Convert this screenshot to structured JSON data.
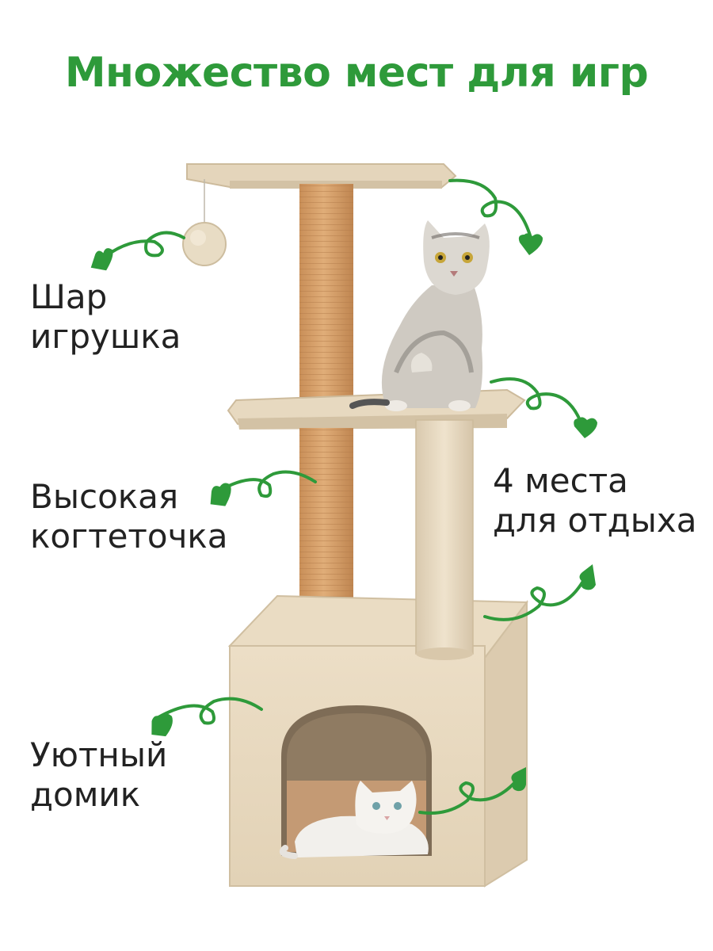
{
  "title": "Множество мест для игр",
  "labels": {
    "ball": {
      "line1": "Шар",
      "line2": "игрушка"
    },
    "scratcher": {
      "line1": "Высокая",
      "line2": "когтеточка"
    },
    "rest": {
      "line1": "4 места",
      "line2": "для отдыха"
    },
    "house": {
      "line1": "Уютный",
      "line2": "домик"
    }
  },
  "colors": {
    "accent": "#2e9a3a",
    "text": "#222222",
    "plush": "#e6d8c0",
    "sisal": "#d7a36f"
  }
}
